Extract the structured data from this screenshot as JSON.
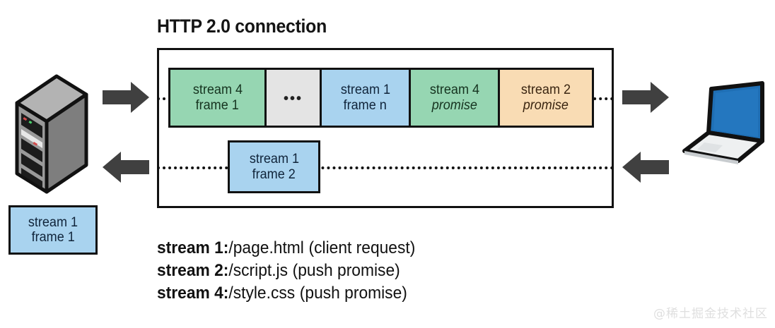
{
  "title": "HTTP 2.0 connection",
  "endpoints": {
    "server": {
      "name": "server"
    },
    "client": {
      "name": "laptop-client"
    }
  },
  "arrows": {
    "server_to_client_top": "right",
    "server_to_client_bottom": "left",
    "client_inbound_top": "right",
    "client_outbound_bottom": "left"
  },
  "frames_upper": [
    {
      "line1": "stream 4",
      "line2": "frame 1",
      "italic2": false,
      "color": "#96d6b2",
      "kind": "green"
    },
    {
      "line1": "",
      "line2": "•••",
      "italic2": false,
      "color": "#e4e4e4",
      "kind": "ellipsis"
    },
    {
      "line1": "stream 1",
      "line2": "frame n",
      "italic2": false,
      "color": "#a9d3ef",
      "kind": "blue"
    },
    {
      "line1": "stream 4",
      "line2": "promise",
      "italic2": true,
      "color": "#96d6b2",
      "kind": "green"
    },
    {
      "line1": "stream 2",
      "line2": "promise",
      "italic2": true,
      "color": "#f9dcb4",
      "kind": "orange"
    }
  ],
  "frame_lower": {
    "line1": "stream 1",
    "line2": "frame 2",
    "color": "#a9d3ef"
  },
  "frame_detached": {
    "line1": "stream 1",
    "line2": "frame 1",
    "color": "#a9d3ef"
  },
  "legend": [
    {
      "stream": "stream 1:",
      "path": "/page.html",
      "note": "(client request)"
    },
    {
      "stream": "stream 2:",
      "path": "/script.js",
      "note": "(push promise)"
    },
    {
      "stream": "stream 4:",
      "path": "/style.css",
      "note": "(push promise)"
    }
  ],
  "watermark": "@稀土掘金技术社区",
  "colors": {
    "green": "#96d6b2",
    "blue": "#a9d3ef",
    "orange": "#f9dcb4",
    "gray": "#e4e4e4",
    "outline": "#111111",
    "arrow": "#404040",
    "laptop_screen": "#1f6fb5",
    "server_body": "#8f8f8f"
  }
}
